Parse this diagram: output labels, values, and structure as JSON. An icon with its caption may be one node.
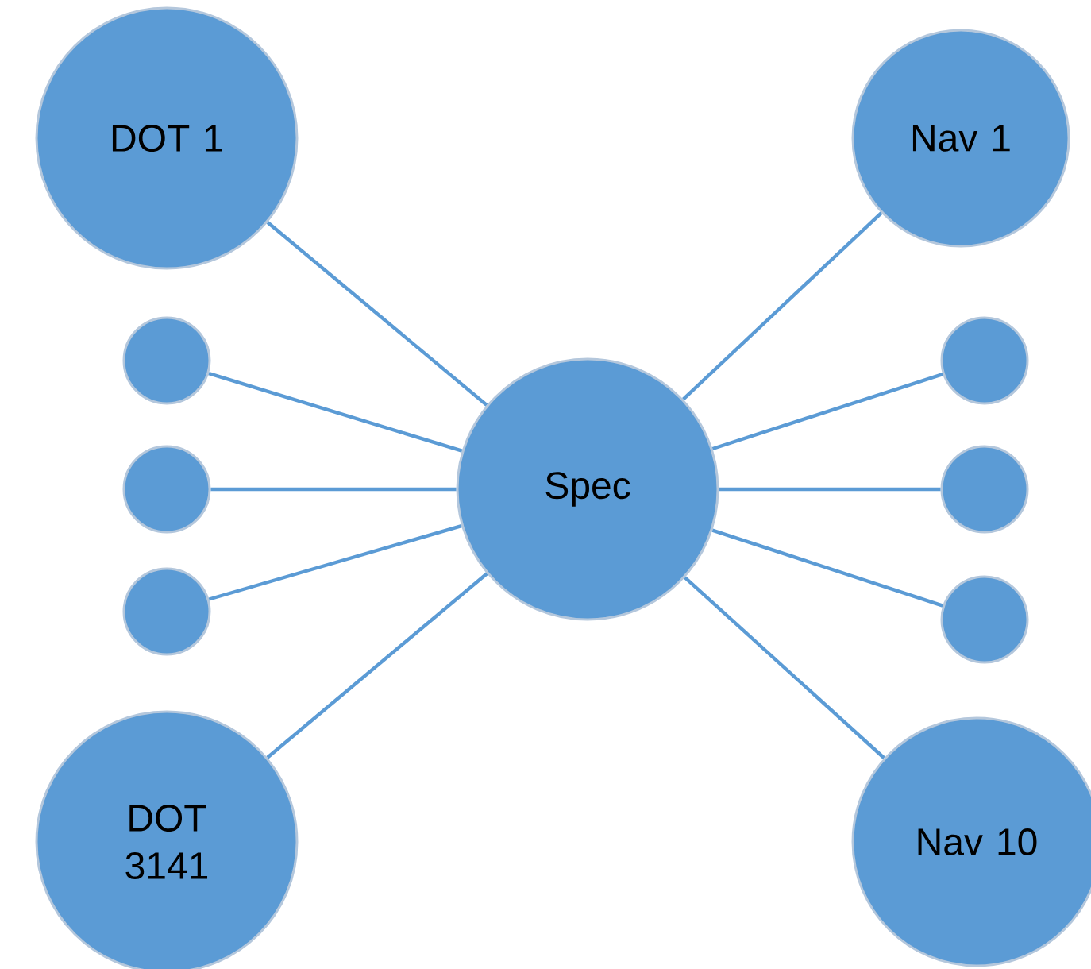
{
  "diagram": {
    "nodes": [
      {
        "text": [
          "DOT 1"
        ]
      },
      {
        "text": [
          "Nav 1"
        ]
      },
      {
        "text": [],
        "shape": "circle"
      },
      {
        "text": [],
        "shape": "circle"
      },
      {
        "text": [],
        "shape": "circle"
      },
      {
        "text": [
          "Spec"
        ]
      },
      {
        "text": [],
        "shape": "circle"
      },
      {
        "text": [],
        "shape": "circle"
      },
      {
        "text": [],
        "shape": "circle"
      },
      {
        "text": [
          "DOT 3141"
        ]
      },
      {
        "text": [
          "Nav 10"
        ]
      }
    ],
    "edges": [
      {
        "from": 5,
        "to": 0,
        "arrow": "none"
      },
      {
        "from": 5,
        "to": 1,
        "arrow": "none"
      },
      {
        "from": 5,
        "to": 2,
        "arrow": "none"
      },
      {
        "from": 5,
        "to": 3,
        "arrow": "none"
      },
      {
        "from": 5,
        "to": 4,
        "arrow": "none"
      },
      {
        "from": 5,
        "to": 6,
        "arrow": "none"
      },
      {
        "from": 5,
        "to": 7,
        "arrow": "none"
      },
      {
        "from": 5,
        "to": 8,
        "arrow": "none"
      },
      {
        "from": 5,
        "to": 9,
        "arrow": "none"
      },
      {
        "from": 5,
        "to": 10,
        "arrow": "none"
      }
    ]
  }
}
